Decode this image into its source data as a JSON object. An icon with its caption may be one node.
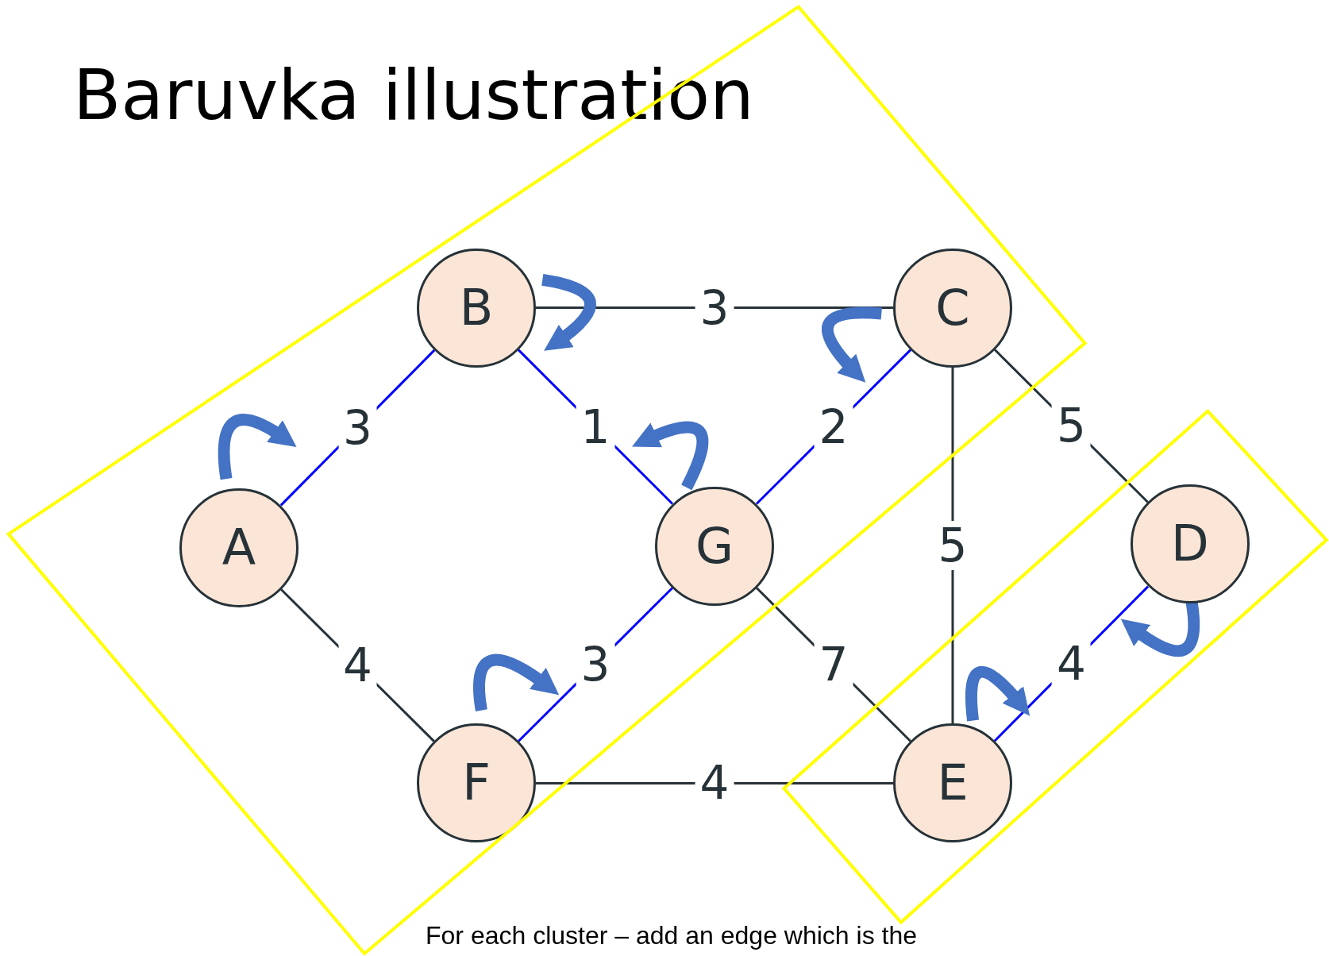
{
  "diagram": {
    "title": "Baruvka illustration",
    "caption": "For each cluster – add an edge which is the",
    "nodes": [
      {
        "text": [
          "B"
        ]
      },
      {
        "text": [
          "C"
        ]
      },
      {
        "text": [
          "A"
        ]
      },
      {
        "text": [
          "G"
        ]
      },
      {
        "text": [
          "D"
        ]
      },
      {
        "text": [
          "F"
        ]
      },
      {
        "text": [
          "E"
        ]
      }
    ],
    "edges": [
      {
        "from": 0,
        "to": 1,
        "arrow": "none",
        "label": "3",
        "color": "#263238"
      },
      {
        "from": 2,
        "to": 0,
        "arrow": "none",
        "label": "3",
        "color": "#0000ff"
      },
      {
        "from": 0,
        "to": 3,
        "arrow": "none",
        "label": "1",
        "color": "#0000ff"
      },
      {
        "from": 1,
        "to": 3,
        "arrow": "none",
        "label": "2",
        "color": "#0000ff"
      },
      {
        "from": 1,
        "to": 4,
        "arrow": "none",
        "label": "5",
        "color": "#263238"
      },
      {
        "from": 1,
        "to": 6,
        "arrow": "none",
        "label": "5",
        "color": "#263238"
      },
      {
        "from": 2,
        "to": 5,
        "arrow": "none",
        "label": "4",
        "color": "#263238"
      },
      {
        "from": 3,
        "to": 5,
        "arrow": "none",
        "label": "3",
        "color": "#0000ff"
      },
      {
        "from": 3,
        "to": 6,
        "arrow": "none",
        "label": "7",
        "color": "#263238"
      },
      {
        "from": 4,
        "to": 6,
        "arrow": "none",
        "label": "4",
        "color": "#0000ff"
      },
      {
        "from": 5,
        "to": 6,
        "arrow": "none",
        "label": "4",
        "color": "#263238"
      },
      {
        "from": 0,
        "to": 0,
        "arrow": "to",
        "style": "thick",
        "color": "#4472c4"
      },
      {
        "from": 1,
        "to": 1,
        "arrow": "to",
        "style": "thick",
        "color": "#4472c4"
      },
      {
        "from": 2,
        "to": 2,
        "arrow": "to",
        "style": "thick",
        "color": "#4472c4"
      },
      {
        "from": 3,
        "to": 3,
        "arrow": "to",
        "style": "thick",
        "color": "#4472c4"
      },
      {
        "from": 4,
        "to": 4,
        "arrow": "to",
        "style": "thick",
        "color": "#4472c4"
      },
      {
        "from": 5,
        "to": 5,
        "arrow": "to",
        "style": "thick",
        "color": "#4472c4"
      },
      {
        "from": 6,
        "to": 6,
        "arrow": "to",
        "style": "thick",
        "color": "#4472c4"
      }
    ]
  }
}
